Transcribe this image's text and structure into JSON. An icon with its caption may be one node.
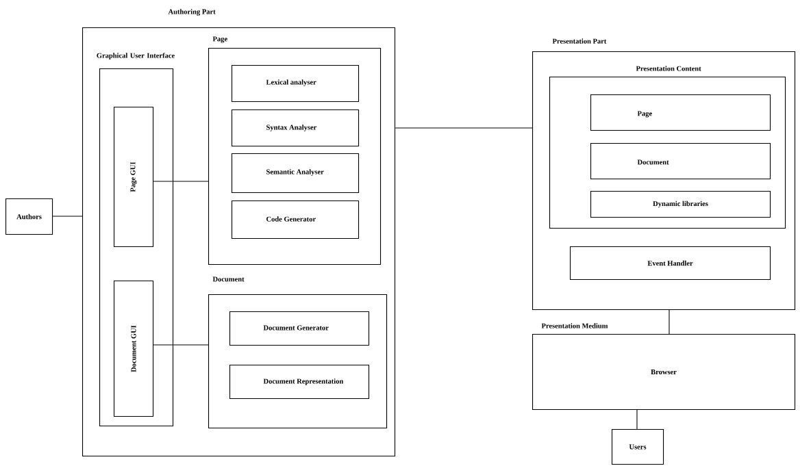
{
  "diagram": {
    "nodes": [
      {
        "text": [
          "Authors"
        ]
      },
      {
        "text": [
          "Authoring Part"
        ]
      },
      {
        "text": [
          "Graphical User Interface"
        ],
        "in": 1
      },
      {
        "text": [
          "Page GUI"
        ],
        "in": 2
      },
      {
        "text": [
          "Document GUI"
        ],
        "in": 2
      },
      {
        "text": [
          "Page"
        ],
        "in": 1
      },
      {
        "text": [
          "Lexical analyser"
        ],
        "in": 5
      },
      {
        "text": [
          "Syntax Analyser"
        ],
        "in": 5
      },
      {
        "text": [
          "Semantic Analyser"
        ],
        "in": 5
      },
      {
        "text": [
          "Code Generator"
        ],
        "in": 5
      },
      {
        "text": [
          "Document"
        ],
        "in": 1
      },
      {
        "text": [
          "Document Generator"
        ],
        "in": 10
      },
      {
        "text": [
          "Document Representation"
        ],
        "in": 10
      },
      {
        "text": [
          "Presentation Part"
        ]
      },
      {
        "text": [
          "Presentation Content"
        ],
        "in": 13
      },
      {
        "text": [
          "Page"
        ],
        "in": 14
      },
      {
        "text": [
          "Document"
        ],
        "in": 14
      },
      {
        "text": [
          "Dynamic libraries"
        ],
        "in": 14
      },
      {
        "text": [
          "Event Handler"
        ],
        "in": 13
      },
      {
        "text": [
          "Presentation Medium",
          "Browser"
        ]
      },
      {
        "text": [
          "Users"
        ]
      }
    ],
    "edges": [
      {
        "from": 0,
        "to": 1,
        "arrow": "none"
      },
      {
        "from": 3,
        "to": 5,
        "arrow": "none"
      },
      {
        "from": 4,
        "to": 10,
        "arrow": "none"
      },
      {
        "from": 1,
        "to": 13,
        "arrow": "none"
      },
      {
        "from": 13,
        "to": 19,
        "arrow": "none"
      },
      {
        "from": 19,
        "to": 20,
        "arrow": "none"
      }
    ]
  }
}
